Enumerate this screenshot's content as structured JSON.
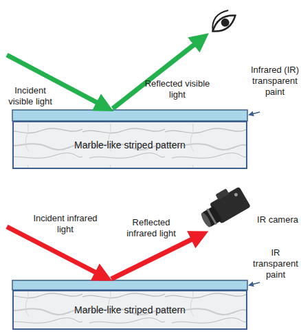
{
  "diagram": {
    "nodes": [
      {
        "text": [
          "Marble-like striped pattern"
        ]
      },
      {
        "text": [
          "Marble-like striped pattern"
        ]
      }
    ],
    "labels": [
      "Incident visible light",
      "Reflected visible light",
      "Infrared (IR) transparent paint",
      "Incident infrared light",
      "Reflected infrared light",
      "IR camera",
      "IR transparent paint"
    ]
  }
}
